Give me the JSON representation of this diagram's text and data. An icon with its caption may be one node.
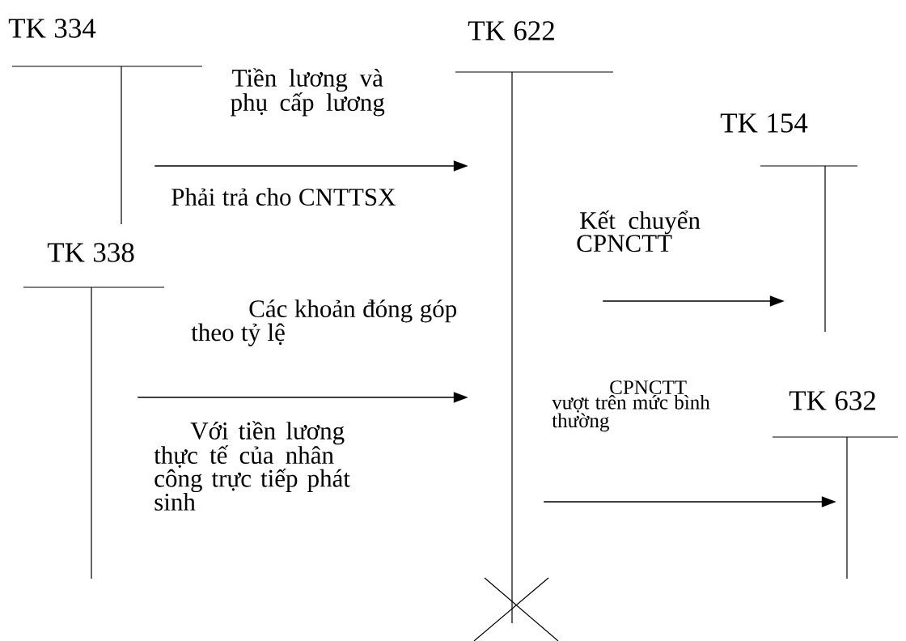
{
  "diagram": {
    "nodes": [
      {
        "text": [
          "TK 334"
        ]
      },
      {
        "text": [
          "TK 622"
        ]
      },
      {
        "text": [
          "TK 154"
        ]
      },
      {
        "text": [
          "TK 338"
        ]
      },
      {
        "text": [
          "TK 632"
        ]
      }
    ],
    "edges": [
      {
        "from": 0,
        "to": 1,
        "arrow": "to",
        "label": "Tiền lương và phụ cấp lương"
      },
      {
        "from": 3,
        "to": 1,
        "arrow": "to",
        "label": "Các khoản đóng góp theo tỷ lệ"
      },
      {
        "from": 1,
        "to": 2,
        "arrow": "to",
        "label": "Kết chuyển CPNCTT"
      },
      {
        "from": 1,
        "to": 4,
        "arrow": "to",
        "label": "CPNCTT vượt trên mức bình thường"
      }
    ],
    "labels": [
      "Phải trả cho CNTTSX",
      "Với tiền lương thực tế của nhân công trực tiếp phát sinh"
    ]
  }
}
